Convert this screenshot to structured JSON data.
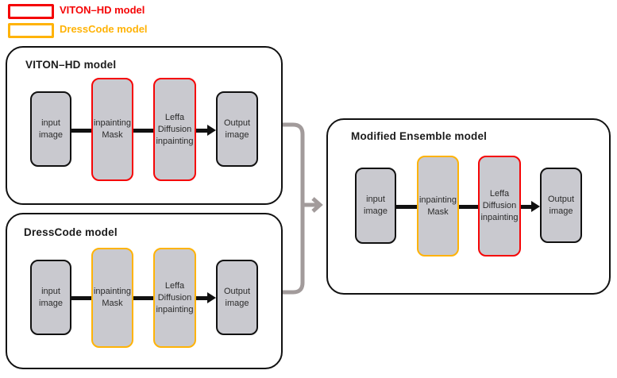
{
  "colors": {
    "viton_red": "#f50506",
    "dresscode_orange": "#ffb307",
    "node_fill": "#c9c9cf",
    "node_border_dark": "#111111",
    "merge_connector_gray": "#a29b9b"
  },
  "legend": {
    "items": [
      {
        "label": "VITON–HD model",
        "color": "red"
      },
      {
        "label": "DressCode model",
        "color": "orange"
      }
    ]
  },
  "panels": [
    {
      "title": "VITON–HD model",
      "nodes": [
        {
          "label": "input\nimage",
          "border": "black"
        },
        {
          "label": "inpainting\nMask",
          "border": "red"
        },
        {
          "label": "Leffa\nDiffusion\ninpainting",
          "border": "red"
        },
        {
          "label": "Output\nimage",
          "border": "black"
        }
      ]
    },
    {
      "title": "DressCode model",
      "nodes": [
        {
          "label": "input\nimage",
          "border": "black"
        },
        {
          "label": "inpainting\nMask",
          "border": "orange"
        },
        {
          "label": "Leffa\nDiffusion\ninpainting",
          "border": "orange"
        },
        {
          "label": "Output\nimage",
          "border": "black"
        }
      ]
    },
    {
      "title": "Modified Ensemble model",
      "nodes": [
        {
          "label": "input\nimage",
          "border": "black"
        },
        {
          "label": "inpainting\nMask",
          "border": "orange"
        },
        {
          "label": "Leffa\nDiffusion\ninpainting",
          "border": "red"
        },
        {
          "label": "Output\nimage",
          "border": "black"
        }
      ]
    }
  ]
}
